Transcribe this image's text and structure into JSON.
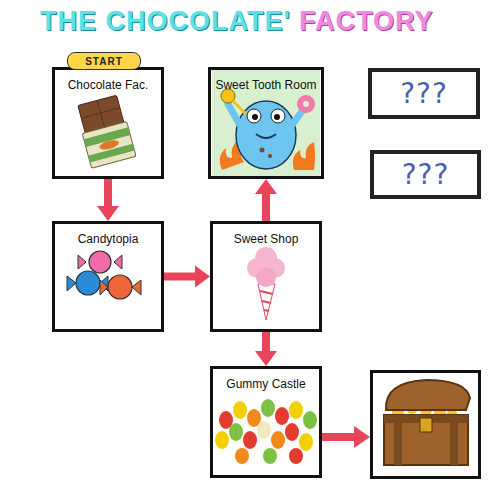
{
  "diagram": {
    "title": "THE CHOCOLATE'",
    "nodes": [
      {
        "text": [
          "START"
        ],
        "in": 1
      },
      {
        "text": [
          "Chocolate Fac."
        ]
      },
      {
        "text": [
          "Sweet Tooth Room"
        ]
      },
      {
        "text": [
          "???"
        ]
      },
      {
        "text": [
          "???"
        ]
      },
      {
        "text": [
          "Candytopia"
        ]
      },
      {
        "text": [
          "Sweet Shop"
        ]
      },
      {
        "text": [
          "Gummy Castle"
        ]
      }
    ],
    "edges": [
      {
        "from": 1,
        "to": 5,
        "arrow": "to"
      },
      {
        "from": 5,
        "to": 6,
        "arrow": "to"
      },
      {
        "from": 6,
        "to": 2,
        "arrow": "to"
      },
      {
        "from": 6,
        "to": 7,
        "arrow": "to"
      }
    ],
    "labels": [
      "FACTORY"
    ]
  }
}
